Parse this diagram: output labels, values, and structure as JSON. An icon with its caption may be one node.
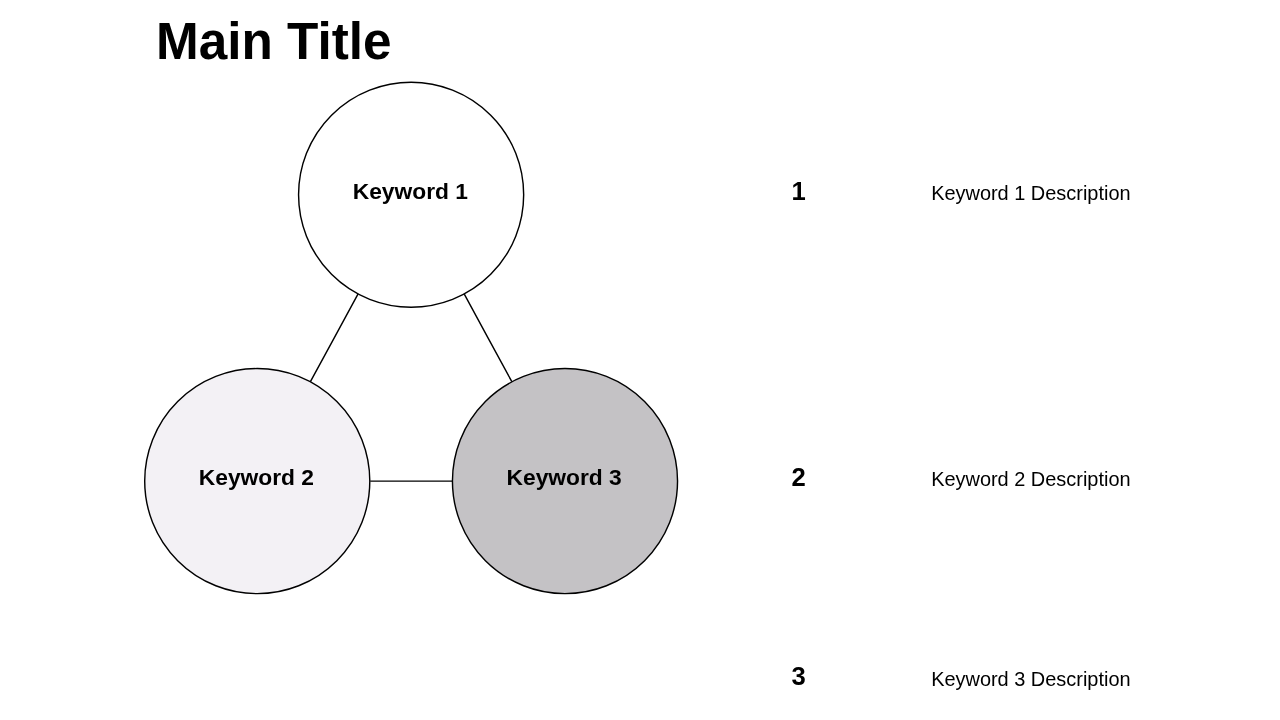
{
  "diagram": {
    "title": "Main Title",
    "nodes": [
      {
        "text": [
          "Keyword 1"
        ]
      },
      {
        "text": [
          "Keyword 2"
        ]
      },
      {
        "text": [
          "Keyword 3"
        ]
      }
    ],
    "edges": [
      {
        "from": 0,
        "to": 1,
        "arrow": "none"
      },
      {
        "from": 0,
        "to": 2,
        "arrow": "none"
      },
      {
        "from": 1,
        "to": 2,
        "arrow": "none"
      }
    ],
    "labels": [
      "1",
      "Keyword 1 Description",
      "2",
      "Keyword 2 Description",
      "3",
      "Keyword 3 Description"
    ]
  }
}
